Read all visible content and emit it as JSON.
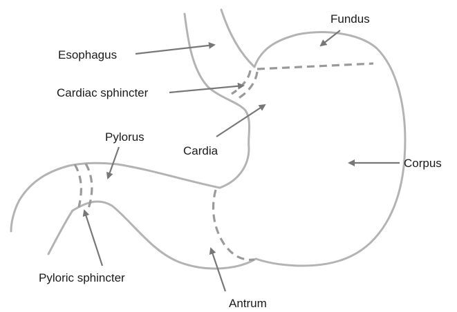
{
  "labels": {
    "esophagus": "Esophagus",
    "fundus": "Fundus",
    "cardiac_sphincter": "Cardiac sphincter",
    "pylorus": "Pylorus",
    "cardia": "Cardia",
    "corpus": "Corpus",
    "pyloric_sphincter": "Pyloric sphincter",
    "antrum": "Antrum"
  },
  "colors": {
    "outline": "#b3b3b3",
    "dashed_boundary": "#9a9a9a",
    "arrow": "#777777",
    "text": "#1a1a1a"
  }
}
